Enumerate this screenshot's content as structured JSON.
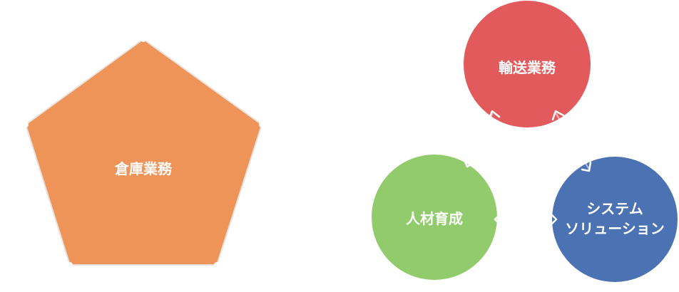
{
  "pentagon": {
    "label": "倉庫業務",
    "color": "#ef9459"
  },
  "circles": {
    "transport": {
      "label": "輸送業務",
      "color": "#e25a5c"
    },
    "hr": {
      "label": "人材育成",
      "color": "#92cb6c"
    },
    "system": {
      "label_line1": "システム",
      "label_line2": "ソリューション",
      "color": "#4b72b3"
    }
  },
  "arrow_color": "#ffffff"
}
